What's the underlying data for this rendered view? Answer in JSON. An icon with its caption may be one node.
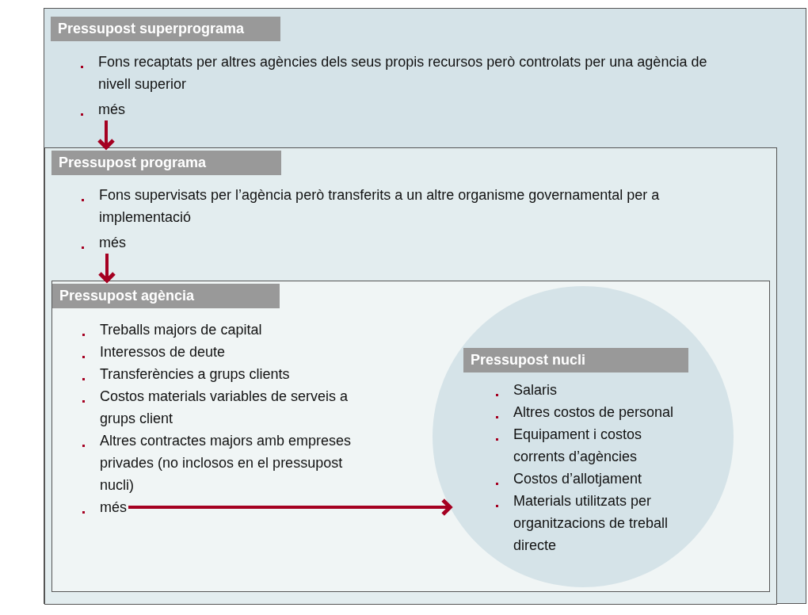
{
  "diagram": {
    "nodes": [
      {
        "text": [
          "Pressupost superprograma",
          "Fons recaptats per altres agències dels seus propis recursos però controlats per una agència de nivell superior"
        ]
      },
      {
        "text": [
          "més"
        ],
        "in": 0
      },
      {
        "text": [
          "Pressupost programa",
          "Fons supervisats per l’agència però transferits a un altre organisme governamental per a implementació"
        ],
        "in": 0
      },
      {
        "text": [
          "més"
        ],
        "in": 2
      },
      {
        "text": [
          "Pressupost agència",
          "Treballs majors de capital",
          "Interessos de deute",
          "Transferències a grups clients",
          "Costos materials variables de serveis a grups client",
          "Altres contractes majors amb empreses privades (no inclosos en el pressupost nucli)"
        ],
        "in": 2
      },
      {
        "text": [
          "més"
        ],
        "in": 4
      },
      {
        "text": [
          "Pressupost nucli",
          "Salaris",
          "Altres costos de personal",
          "Equipament i costos corrents d’agències",
          "Costos d’allotjament",
          "Materials utilitzats per organitzacions de treball directe"
        ],
        "in": 4
      }
    ],
    "edges": [
      {
        "from": 1,
        "to": 2,
        "arrow": "to"
      },
      {
        "from": 3,
        "to": 4,
        "arrow": "to"
      },
      {
        "from": 5,
        "to": 6,
        "arrow": "to"
      }
    ]
  }
}
